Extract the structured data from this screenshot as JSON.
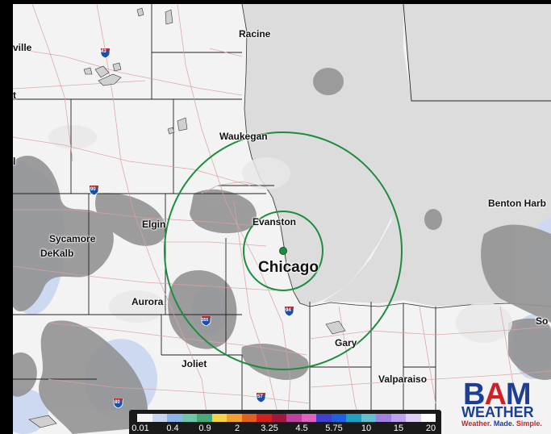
{
  "map": {
    "cities": {
      "racine": "Racine",
      "ville": "ville",
      "t": "t",
      "waukegan": "Waukegan",
      "l": "l",
      "evanston": "Evanston",
      "elgin": "Elgin",
      "benton_harbor": "Benton Harb",
      "sycamore": "Sycamore",
      "dekalb": "DeKalb",
      "chicago": "Chicago",
      "aurora": "Aurora",
      "so": "So",
      "gary": "Gary",
      "joliet": "Joliet",
      "valparaiso": "Valparaiso"
    },
    "highways": {
      "i43": "43",
      "i90": "90",
      "i94": "94",
      "i355": "355",
      "i57": "57",
      "i80": "80"
    },
    "colors": {
      "land": "#f2f2f2",
      "lake": "#d9d9d9",
      "snow_light": "#c9d7f0",
      "snow_dark": "#8f8f8f",
      "range_ring": "#1e8c3e",
      "roads": "#d8a0a0",
      "borders": "#222222"
    }
  },
  "legend": {
    "ticks": [
      "0.01",
      "0.4",
      "0.9",
      "2",
      "3.25",
      "4.5",
      "5.75",
      "10",
      "15",
      "20"
    ],
    "colors": [
      "#f4f4f4",
      "#c8d4f0",
      "#8cb4e8",
      "#6fc5a8",
      "#48a878",
      "#f5d44a",
      "#f0a030",
      "#e06020",
      "#d02020",
      "#a01840",
      "#c040a0",
      "#e060c0",
      "#4040d0",
      "#2060e0",
      "#20a0c0",
      "#60c0d0",
      "#a080e0",
      "#c0a0f0",
      "#e0d0f8",
      "#ffffff"
    ]
  },
  "logo": {
    "b": "B",
    "a": "A",
    "m": "M",
    "weather": "WEATHER",
    "tag1": "Weather.",
    "tag2": "Made.",
    "tag3": "Simple."
  }
}
